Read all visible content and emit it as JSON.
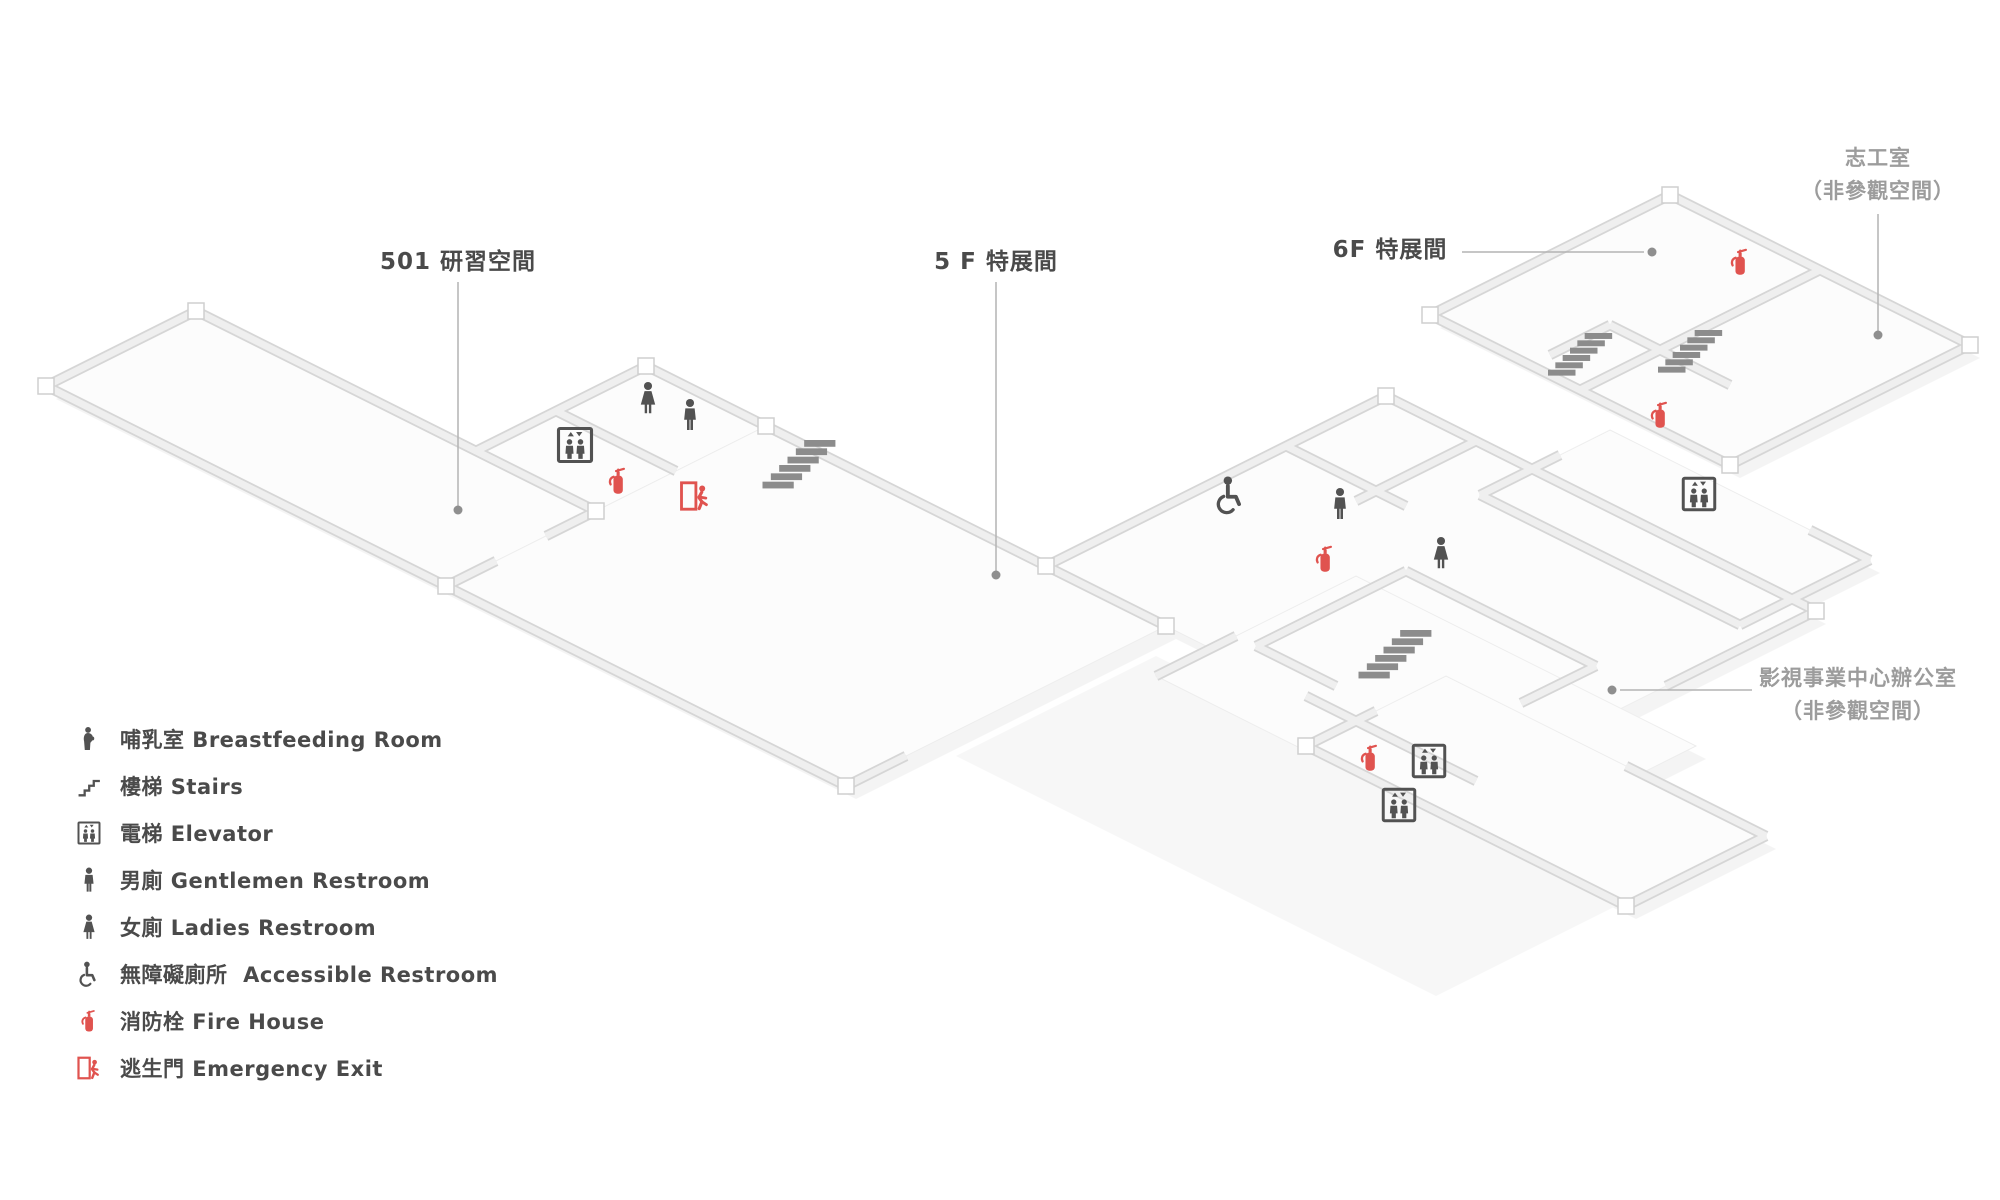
{
  "map": {
    "labels": {
      "room501": {
        "text": "501 研習空間"
      },
      "hall5f": {
        "text": "5 F 特展間"
      },
      "hall6f": {
        "text": "6F 特展間"
      },
      "volunteer": {
        "line1": "志工室",
        "line2": "（非參觀空間）"
      },
      "office": {
        "line1": "影視事業中心辦公室",
        "line2": "（非參觀空間）"
      }
    },
    "plan_icons": [
      "elevator-icon",
      "ladies-icon",
      "gentlemen-icon",
      "fire-extinguisher-icon",
      "emergency-exit-icon",
      "stairs-icon",
      "accessible-icon",
      "gentlemen-icon",
      "fire-extinguisher-icon",
      "ladies-icon",
      "stairs-icon",
      "fire-extinguisher-icon",
      "elevator-icon",
      "elevator-icon",
      "stairs-icon",
      "stairs-icon",
      "fire-extinguisher-icon",
      "fire-extinguisher-icon",
      "elevator-icon"
    ]
  },
  "legend": {
    "items": [
      {
        "icon": "breastfeeding-icon",
        "label": "哺乳室 Breastfeeding Room",
        "color": "#4f4f4f"
      },
      {
        "icon": "stairs-icon",
        "label": "樓梯 Stairs",
        "color": "#4f4f4f"
      },
      {
        "icon": "elevator-icon",
        "label": "電梯 Elevator",
        "color": "#4f4f4f"
      },
      {
        "icon": "gentlemen-icon",
        "label": "男廁 Gentlemen Restroom",
        "color": "#4f4f4f"
      },
      {
        "icon": "ladies-icon",
        "label": "女廁 Ladies Restroom",
        "color": "#4f4f4f"
      },
      {
        "icon": "accessible-icon",
        "label": "無障礙廁所  Accessible Restroom",
        "color": "#4f4f4f"
      },
      {
        "icon": "fire-extinguisher-icon",
        "label": "消防栓 Fire House",
        "color": "#e0534f"
      },
      {
        "icon": "emergency-exit-icon",
        "label": "逃生門 Emergency Exit",
        "color": "#e0534f"
      }
    ]
  },
  "colors": {
    "accent_red": "#e0534f",
    "icon_gray": "#4f4f4f",
    "wall_gray": "#d6d6d6",
    "floor_white": "#fcfcfc",
    "label_dark": "#4a4a4a",
    "label_muted": "#9c9c9c"
  }
}
